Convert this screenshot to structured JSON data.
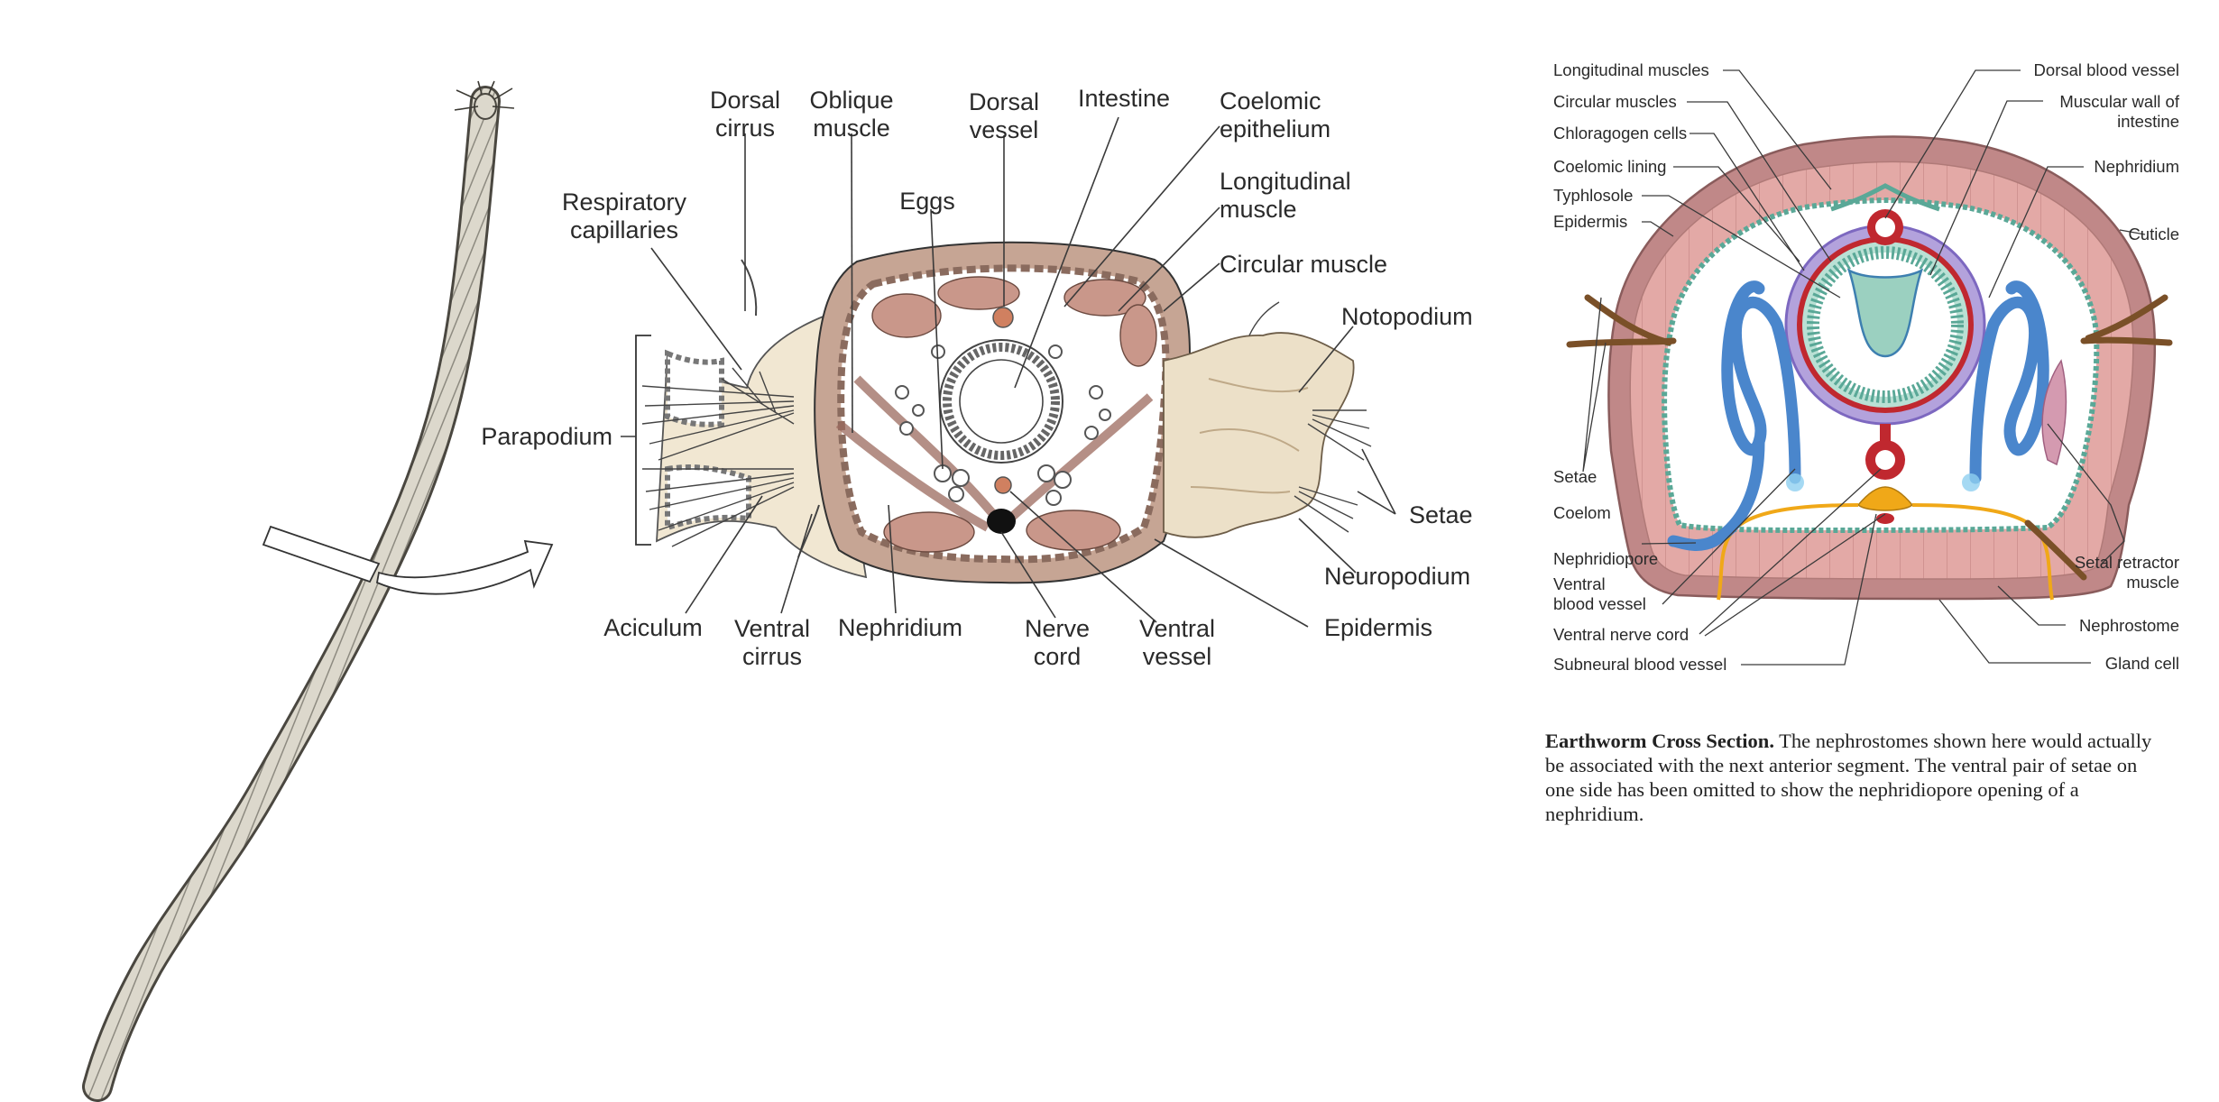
{
  "polychaete": {
    "labels": {
      "dorsal_cirrus": [
        "Dorsal",
        "cirrus"
      ],
      "oblique_muscle": [
        "Oblique",
        "muscle"
      ],
      "dorsal_vessel": [
        "Dorsal",
        "vessel"
      ],
      "intestine": [
        "Intestine"
      ],
      "coelomic_epithelium": [
        "Coelomic",
        "epithelium"
      ],
      "respiratory_capillaries": [
        "Respiratory",
        "capillaries"
      ],
      "eggs": [
        "Eggs"
      ],
      "longitudinal_muscle": [
        "Longitudinal",
        "muscle"
      ],
      "circular_muscle": [
        "Circular muscle"
      ],
      "notopodium": [
        "Notopodium"
      ],
      "parapodium": [
        "Parapodium"
      ],
      "setae": [
        "Setae"
      ],
      "neuropodium": [
        "Neuropodium"
      ],
      "aciculum": [
        "Aciculum"
      ],
      "ventral_cirrus": [
        "Ventral",
        "cirrus"
      ],
      "nephridium": [
        "Nephridium"
      ],
      "nerve_cord": [
        "Nerve",
        "cord"
      ],
      "ventral_vessel": [
        "Ventral",
        "vessel"
      ],
      "epidermis": [
        "Epidermis"
      ]
    }
  },
  "earthworm": {
    "labels": {
      "longitudinal_muscles": [
        "Longitudinal muscles"
      ],
      "circular_muscles": [
        "Circular muscles"
      ],
      "chloragogen_cells": [
        "Chloragogen cells"
      ],
      "coelomic_lining": [
        "Coelomic lining"
      ],
      "typhlosole": [
        "Typhlosole"
      ],
      "epidermis": [
        "Epidermis"
      ],
      "setae": [
        "Setae"
      ],
      "coelom": [
        "Coelom"
      ],
      "nephridiopore": [
        "Nephridiopore"
      ],
      "ventral_blood_vessel": [
        "Ventral",
        "blood vessel"
      ],
      "ventral_nerve_cord": [
        "Ventral nerve cord"
      ],
      "subneural_blood_vessel": [
        "Subneural blood vessel"
      ],
      "dorsal_blood_vessel": [
        "Dorsal blood vessel"
      ],
      "muscular_wall_of_intestine": [
        "Muscular wall of",
        "intestine"
      ],
      "nephridium": [
        "Nephridium"
      ],
      "cuticle": [
        "Cuticle"
      ],
      "setal_retractor_muscle": [
        "Setal retractor",
        "muscle"
      ],
      "nephrostome": [
        "Nephrostome"
      ],
      "gland_cell": [
        "Gland cell"
      ]
    },
    "caption": {
      "title": "Earthworm Cross Section.",
      "body": "The nephrostomes shown here would actually be associated with the next anterior segment. The ventral pair of setae on one side has been omitted to show the nephridiopore opening of a nephridium."
    }
  },
  "colors": {
    "body_wall": "#d9a5a5",
    "outer_wall": "#b98181",
    "coelomic_lining": "#4f9e8c",
    "blood_vessel": "#c0282f",
    "nephridium": "#5a93d0",
    "intestine_fill": "#b8ddd3",
    "chloragogen": "#8f78c6",
    "nerve_cord": "#f0a818",
    "worm_body": "#d8d4c8",
    "muscle_brown": "#c29a88",
    "parapodium_lobe": "#e9dcc4",
    "outline": "#3a3a3a"
  }
}
